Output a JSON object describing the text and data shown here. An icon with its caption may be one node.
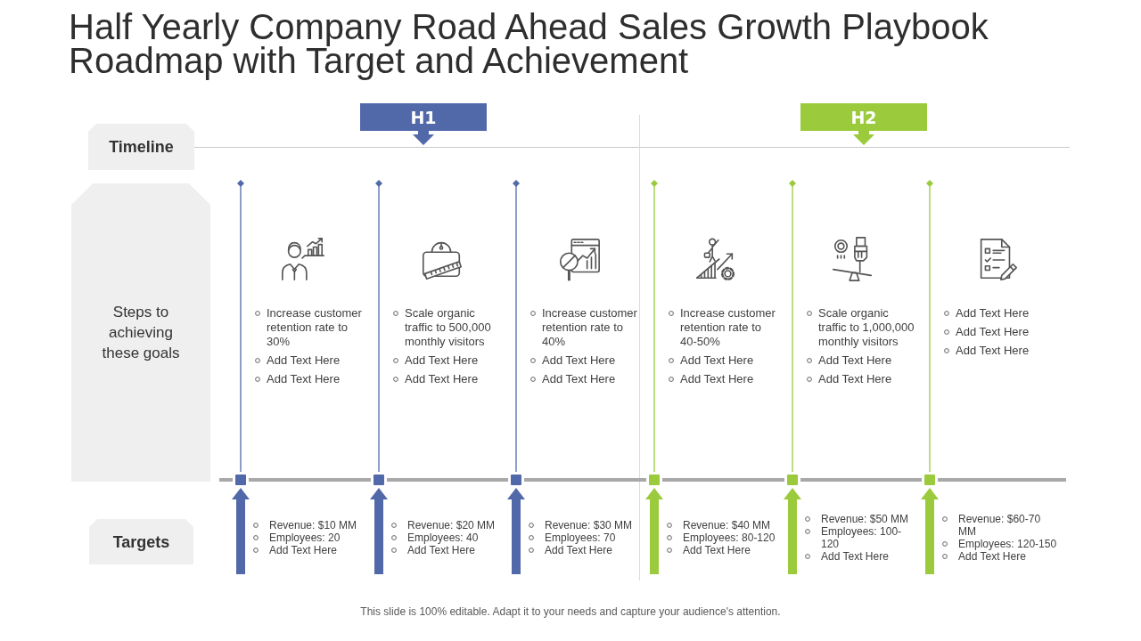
{
  "diagram": {
    "title": "Half Yearly Company Road Ahead Sales Growth Playbook Roadmap with Target and Achievement",
    "caption": "This slide is 100% editable. Adapt it to your needs and capture your audience's attention.",
    "nodes": [
      {
        "text": [
          "Timeline"
        ]
      },
      {
        "text": [
          "H1"
        ]
      },
      {
        "text": [
          "H2"
        ]
      },
      {
        "text": [
          "Steps to achieving these goals"
        ]
      },
      {
        "text": [],
        "shape": "box"
      },
      {
        "text": [],
        "shape": "box"
      },
      {
        "text": [],
        "shape": "box"
      },
      {
        "text": [],
        "shape": "box"
      },
      {
        "text": [],
        "shape": "box"
      },
      {
        "text": [],
        "shape": "box"
      },
      {
        "text": [
          "Targets"
        ]
      }
    ],
    "edges": [
      {
        "from": null,
        "to": 4,
        "arrow": "other",
        "color": "#5269a9"
      },
      {
        "from": null,
        "to": 5,
        "arrow": "other",
        "color": "#5269a9"
      },
      {
        "from": null,
        "to": 6,
        "arrow": "other",
        "color": "#5269a9"
      },
      {
        "from": null,
        "to": 7,
        "arrow": "other",
        "color": "#9bcb3c"
      },
      {
        "from": null,
        "to": 8,
        "arrow": "other",
        "color": "#9bcb3c"
      },
      {
        "from": null,
        "to": 9,
        "arrow": "other",
        "color": "#9bcb3c"
      },
      {
        "from": null,
        "to": 4,
        "arrow": "to",
        "style": "thick",
        "color": "#5269a9"
      },
      {
        "from": null,
        "to": 5,
        "arrow": "to",
        "style": "thick",
        "color": "#5269a9"
      },
      {
        "from": null,
        "to": 6,
        "arrow": "to",
        "style": "thick",
        "color": "#5269a9"
      },
      {
        "from": null,
        "to": 7,
        "arrow": "to",
        "style": "thick",
        "color": "#9bcb3c"
      },
      {
        "from": null,
        "to": 8,
        "arrow": "to",
        "style": "thick",
        "color": "#9bcb3c"
      },
      {
        "from": null,
        "to": 9,
        "arrow": "to",
        "style": "thick",
        "color": "#9bcb3c"
      }
    ],
    "labels": [
      "Increase customer retention rate to 30%",
      "Add Text Here",
      "Add Text Here",
      "Scale organic traffic to 500,000 monthly visitors",
      "Add Text Here",
      "Add Text Here",
      "Increase customer retention rate to 40%",
      "Add Text Here",
      "Add Text Here",
      "Increase customer retention rate to 40-50%",
      "Add Text Here",
      "Add Text Here",
      "Scale organic traffic to 1,000,000 monthly visitors",
      "Add Text Here",
      "Add Text Here",
      "Add Text Here",
      "Add Text Here",
      "Add Text Here",
      "Revenue: $10 MM",
      "Employees: 20",
      "Add Text Here",
      "Revenue: $20 MM",
      "Employees: 40",
      "Add Text Here",
      "Revenue: $30 MM",
      "Employees: 70",
      "Add Text Here",
      "Revenue: $40 MM",
      "Employees: 80-120",
      "Add Text Here",
      "Revenue: $50 MM",
      "Employees: 100-120",
      "Add Text Here",
      "Revenue: $60-70 MM",
      "Employees: 120-150",
      "Add Text Here"
    ]
  }
}
